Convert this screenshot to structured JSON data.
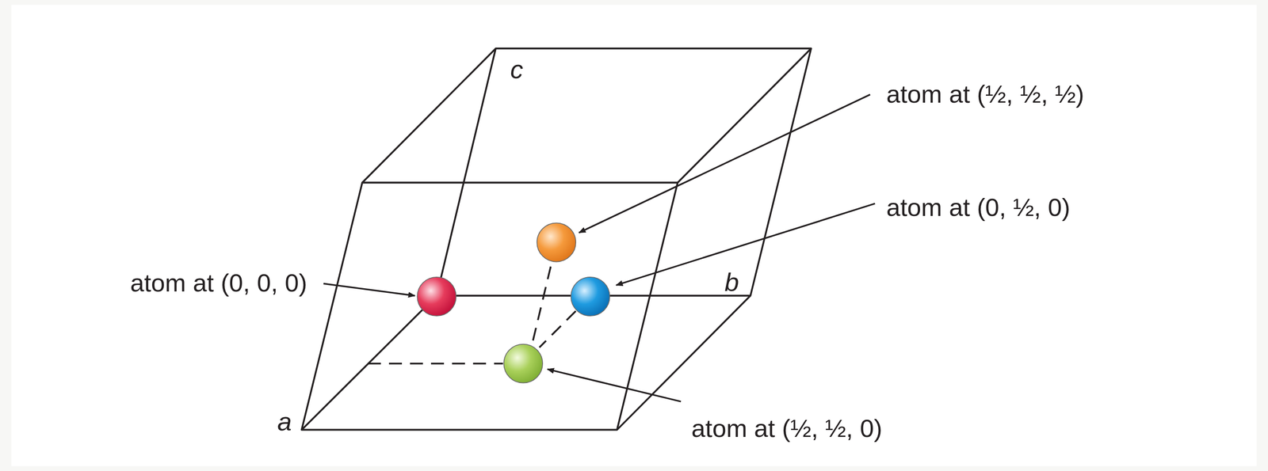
{
  "diagram": {
    "labels": [
      "c",
      "atom at (½, ½, ½)",
      "atom at (0, ½, 0)",
      "atom at (0, 0, 0)",
      "b",
      "a",
      "atom at (½, ½, 0)"
    ]
  }
}
